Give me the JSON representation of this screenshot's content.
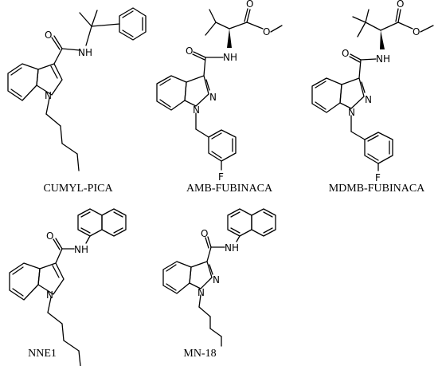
{
  "compounds": [
    {
      "name": "CUMYL-PICA",
      "atoms": {
        "O": "O",
        "NH": "NH",
        "N": "N"
      }
    },
    {
      "name": "AMB-FUBINACA",
      "atoms": {
        "O1": "O",
        "O2": "O",
        "O3": "O",
        "NH": "NH",
        "N1": "N",
        "N2": "N",
        "F": "F"
      }
    },
    {
      "name": "MDMB-FUBINACA",
      "atoms": {
        "O1": "O",
        "O2": "O",
        "O3": "O",
        "NH": "NH",
        "N1": "N",
        "N2": "N",
        "F": "F"
      }
    },
    {
      "name": "NNE1",
      "atoms": {
        "O": "O",
        "NH": "NH",
        "N": "N"
      }
    },
    {
      "name": "MN-18",
      "atoms": {
        "O": "O",
        "NH": "NH",
        "N1": "N",
        "N2": "N"
      }
    }
  ]
}
